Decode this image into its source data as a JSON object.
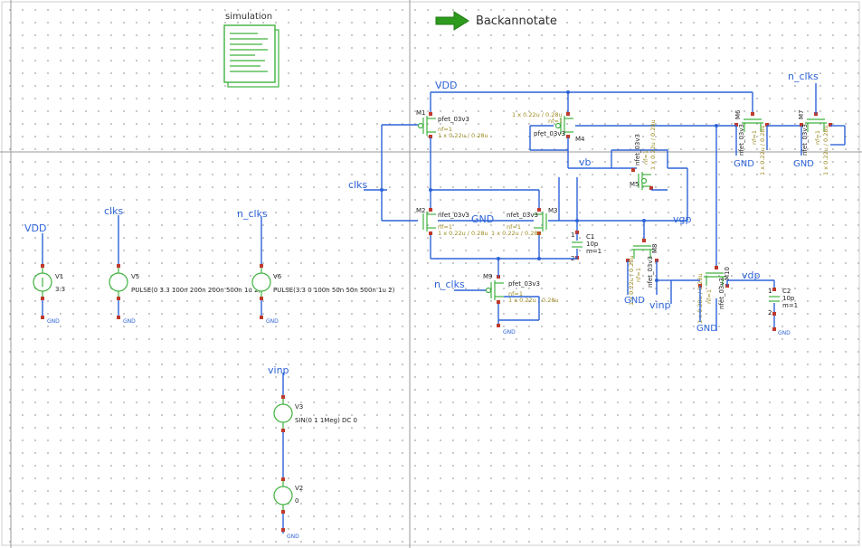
{
  "toolbar": {
    "simulation_label": "simulation",
    "backannotate_label": "Backannotate",
    "accent_color": "#2e9b1e"
  },
  "icons": {
    "simulation": "document-stack-icon",
    "backannotate": "arrow-right-icon"
  },
  "nets": {
    "vdd_top": "VDD",
    "clks": "clks",
    "vb": "vb",
    "vgp": "vgp",
    "gnd_mid": "GND",
    "n_clks_top": "n_clks",
    "n_clks_m9": "n_clks",
    "vdp": "vdp",
    "vinp": "vinp",
    "gnd_m6": "GND",
    "gnd_m7": "GND",
    "gnd_m8": "GND",
    "gnd_m10": "GND"
  },
  "sources": {
    "v1": {
      "net": "VDD",
      "name": "V1",
      "value": "3.3",
      "gnd": "GND"
    },
    "v5": {
      "net": "clks",
      "name": "V5",
      "value": "PULSE(0 3.3 100n 200n 200n 500n 1u 2)",
      "gnd": "GND"
    },
    "v6": {
      "net": "n_clks",
      "name": "V6",
      "value": "PULSE(3.3 0 100n 50n 50n 500n 1u 2)",
      "gnd": "GND"
    },
    "v3": {
      "net": "vinp",
      "name": "V3",
      "value": "SIN(0 1 1Meg) DC 0"
    },
    "v2": {
      "name": "V2",
      "value": "0",
      "gnd": "GND"
    }
  },
  "devices": {
    "m1": {
      "name": "M1",
      "model": "pfet_03v3",
      "nf": "nf=1",
      "size": "1 x 0.22u / 0.28u"
    },
    "m2": {
      "name": "M2",
      "model": "nfet_03v3",
      "nf": "nf=1",
      "size": "1 x 0.22u / 0.28u"
    },
    "m3": {
      "name": "M3",
      "model": "nfet_03v3",
      "nf": "nf=1",
      "size": "1 x 0.22u / 0.28u"
    },
    "m4": {
      "name": "M4",
      "model": "pfet_03v3",
      "nf": "nf=1",
      "size": "1 x 0.22u / 0.28u"
    },
    "m5": {
      "name": "M5",
      "model": "nfet_03v3",
      "nf": "nf=1",
      "size": "1 x 0.22u / 0.28u"
    },
    "m6": {
      "name": "M6",
      "model": "nfet_03v3",
      "nf": "nf=1",
      "size": "1 x 0.22u / 0.28u"
    },
    "m7": {
      "name": "M7",
      "model": "nfet_03v3",
      "nf": "nf=1",
      "size": "1 x 0.22u / 0.28u"
    },
    "m8": {
      "name": "M8",
      "model": "nfet_03v3",
      "nf": "nf=1",
      "size": "1 x 0.22u / 0.28u"
    },
    "m9": {
      "name": "M9",
      "model": "pfet_03v3",
      "nf": "nf=1",
      "size": "1 x 0.22u / 0.28u"
    },
    "m10": {
      "name": "M10",
      "model": "nfet_03v3",
      "nf": "nf=1",
      "size": "1 x 0.28u / 0.28u"
    },
    "c1": {
      "name": "C1",
      "value": "10p",
      "mult": "m=1"
    },
    "c2": {
      "name": "C2",
      "value": "10p",
      "mult": "m=1",
      "gnd": "GND"
    }
  },
  "pins": {
    "p1": "1",
    "p2": "2"
  },
  "colors": {
    "wire": "#2d63d8",
    "device": "#3fb23f",
    "pin": "#c0392b",
    "params": "#9b8a1e",
    "grid_dot": "#b8b8b8"
  }
}
